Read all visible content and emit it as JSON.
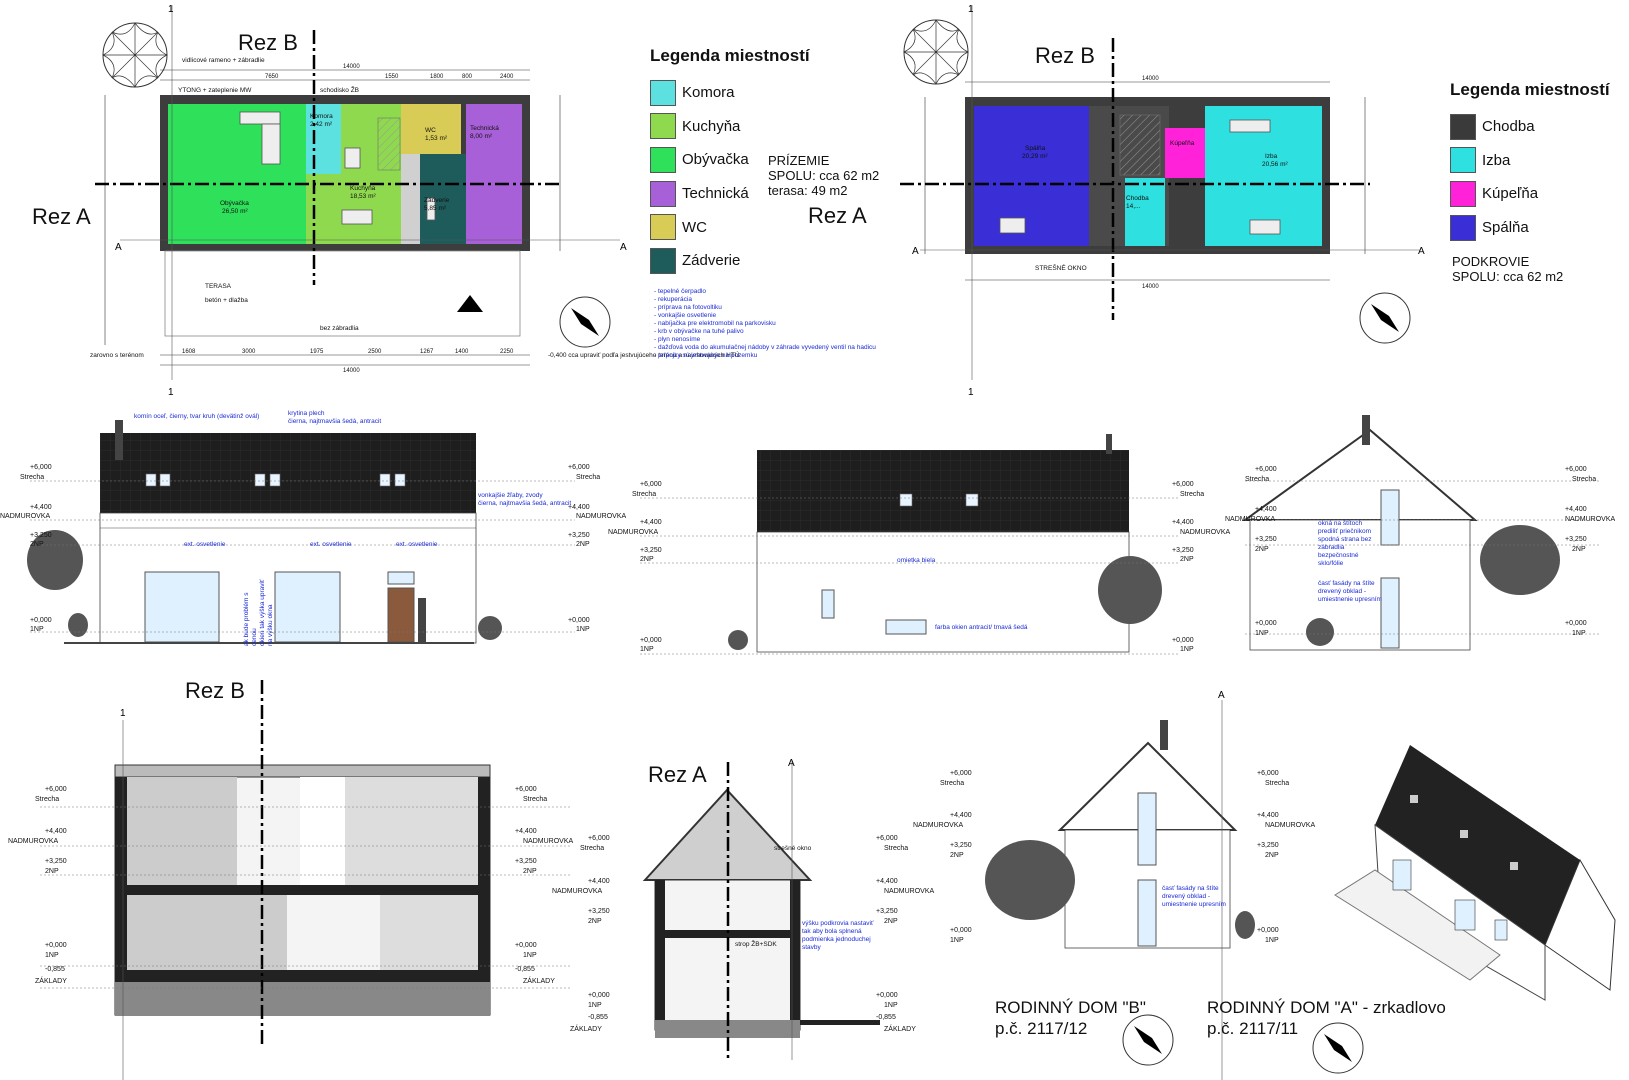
{
  "legend_ground": {
    "title": "Legenda miestností",
    "items": [
      {
        "label": "Komora",
        "color": "#5de0e0"
      },
      {
        "label": "Kuchyňa",
        "color": "#8fd94f"
      },
      {
        "label": "Obývačka",
        "color": "#2ee05a"
      },
      {
        "label": "Technická",
        "color": "#a860d8"
      },
      {
        "label": "WC",
        "color": "#d8cc56"
      },
      {
        "label": "Zádverie",
        "color": "#1e5c5c"
      }
    ]
  },
  "legend_attic": {
    "title": "Legenda miestností",
    "items": [
      {
        "label": "Chodba",
        "color": "#3a3a3a"
      },
      {
        "label": "Izba",
        "color": "#2ee0e0"
      },
      {
        "label": "Kúpeľňa",
        "color": "#ff22d8"
      },
      {
        "label": "Spálňa",
        "color": "#3a2ed6"
      }
    ]
  },
  "ground_summary": {
    "line1": "PRÍZEMIE",
    "line2": "SPOLU: cca 62 m2",
    "line3": "terasa: 49 m2"
  },
  "attic_summary": {
    "line1": "PODKROVIE",
    "line2": "SPOLU: cca 62 m2"
  },
  "section_labels": {
    "rez_a": "Rez A",
    "rez_b": "Rez B",
    "a": "A",
    "one": "1"
  },
  "ground_rooms": [
    {
      "name": "Obývačka",
      "area": "26,50 m²"
    },
    {
      "name": "Kuchyňa",
      "area": "18,53 m²"
    },
    {
      "name": "Komora",
      "area": "2,42 m²"
    },
    {
      "name": "WC",
      "area": "1,53 m²"
    },
    {
      "name": "Technická",
      "area": "8,00 m²"
    },
    {
      "name": "Zádverie",
      "area": "5,85 m²"
    }
  ],
  "attic_rooms": [
    {
      "name": "Spálňa",
      "area": "20,29 m²"
    },
    {
      "name": "Kúpeľňa",
      "area": ""
    },
    {
      "name": "Izba",
      "area": "20,56 m²"
    },
    {
      "name": "Chodba",
      "area": "14,..."
    }
  ],
  "ground_plan_texts": {
    "terasa": "TERASA",
    "terasa_note": "betón + dlažba",
    "bez_zabradla": "bez zábradlia",
    "zarovno": "zarovno s terénom",
    "ytong": "YTONG + zateplenie MW",
    "schodisko": "schodisko ŽB",
    "vidlicove": "vidlicové rameno + zábradlie",
    "width_total": "14000",
    "top_dims": [
      "7650",
      "1550",
      "1800",
      "800",
      "2400"
    ],
    "bottom_dims": [
      "1608",
      "3000",
      "1975",
      "2500",
      "1267",
      "1400",
      "2250"
    ],
    "level_note": "-0,400 cca\nupraviť podľa jestvujúceho terénu a navrhovaných HTÚ"
  },
  "attic_plan_texts": {
    "stresne_okno": "STREŠNÉ OKNO",
    "width_total": "14000"
  },
  "equipment_notes": "- tepelné čerpadlo\n- rekuperácia\n- príprava na fotovoltiku\n- vonkajšie osvetlenie\n- nabíjačka pre elektromobil na parkovisku\n- krb v obývačke na tuhé palivo\n- plyn nenosíme\n- dažďová voda do akumulačnej nádoby v záhrade vyvedený ventil na hadicu\n- prípojky sú jestvujúce na pozemku",
  "levels": {
    "strecha": "Strecha",
    "strecha_val": "+6,000",
    "nadmurovka": "NADMUROVKA",
    "nadmurovka_val": "+4,400",
    "np2": "2NP",
    "np2_val": "+3,250",
    "np1": "1NP",
    "np1_val": "+0,000",
    "zaklady": "ZÁKLADY",
    "zaklady_val": "-0,855"
  },
  "facade_notes": {
    "komin": "komín oceľ, čierny, tvar kruh (devätinž ovál)",
    "krytina": "krytina plech\nčierna, najtmavšia šedá, antracit",
    "klampiar": "vonkajšie žľaby, zvody\nčierna, najtmavšia šedá, antracit",
    "ext_osv": "ext. osvetlenie",
    "omietka": "omietka biela",
    "farba_okien": "farba okien antracit/ tmavá šedá",
    "okna_stity": "okná na štítoch\nprediliť priečnikom\nspodná strana bez\nzábradlia\nbezpečnostné\nsklo/fólie",
    "cast_fasady": "časť fasády na štíte\ndrevený obklad -\numiestnenie upresním",
    "vyska_okna": "ak bude problém s cenou\nokien tak výška upraviť\nna výšku okna"
  },
  "section_notes": {
    "stresne_okno": "strešné okno",
    "strop": "strop ŽB+SDK",
    "vyska_podkrovia": "výšku podkrovia nastaviť\ntak aby bola splnená\npodmienka jednoduchej\nstavby"
  },
  "house_titles": {
    "b_line1": "RODINNÝ DOM \"B\"",
    "b_line2": "p.č. 2117/12",
    "a_line1": "RODINNÝ DOM \"A\" - zrkadlovo",
    "a_line2": "p.č. 2117/11"
  },
  "colors": {
    "wall": "#3d3d3d",
    "roof": "#1e1e1e",
    "axis": "#000000",
    "note_blue": "#1a2bd6"
  }
}
